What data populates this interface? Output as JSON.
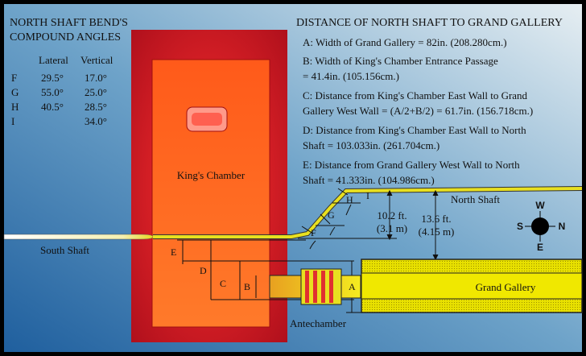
{
  "angles": {
    "title_line1": "NORTH SHAFT BEND'S",
    "title_line2": "COMPOUND ANGLES",
    "col_lateral": "Lateral",
    "col_vertical": "Vertical",
    "rows": [
      {
        "label": "F",
        "lateral": "29.5°",
        "vertical": "17.0°"
      },
      {
        "label": "G",
        "lateral": "55.0°",
        "vertical": "25.0°"
      },
      {
        "label": "H",
        "lateral": "40.5°",
        "vertical": "28.5°"
      },
      {
        "label": "I",
        "lateral": "",
        "vertical": "34.0°"
      }
    ]
  },
  "distances": {
    "title": "DISTANCE OF NORTH SHAFT TO GRAND GALLERY",
    "lines": [
      "A: Width of Grand Gallery = 82in. (208.280cm.)",
      "B: Width of King's Chamber Entrance Passage",
      "= 41.4in. (105.156cm.)",
      "C: Distance from King's Chamber East Wall to Grand",
      "Gallery West Wall = (A/2+B/2) = 61.7in. (156.718cm.)",
      "D: Distance from King's Chamber East Wall to North",
      "Shaft = 103.033in. (261.704cm.)",
      "E: Distance from Grand Gallery West Wall to North",
      "Shaft = 41.333in. (104.986cm.)"
    ]
  },
  "labels": {
    "kings_chamber": "King's Chamber",
    "south_shaft": "South Shaft",
    "north_shaft": "North Shaft",
    "grand_gallery": "Grand Gallery",
    "antechamber": "Antechamber",
    "A": "A",
    "B": "B",
    "C": "C",
    "D": "D",
    "E": "E",
    "F": "F",
    "G": "G",
    "H": "H",
    "I": "I",
    "dim1_ft": "10.2 ft.",
    "dim1_m": "(3.1 m)",
    "dim2_ft": "13.6 ft.",
    "dim2_m": "(4.15 m)"
  },
  "compass": {
    "W": "W",
    "S": "S",
    "N": "N",
    "E": "E"
  },
  "colors": {
    "chamber_frame": "#cc1a22",
    "chamber": "#ff5a1e",
    "gallery": "#f0e800",
    "background": "#4a86b8"
  }
}
